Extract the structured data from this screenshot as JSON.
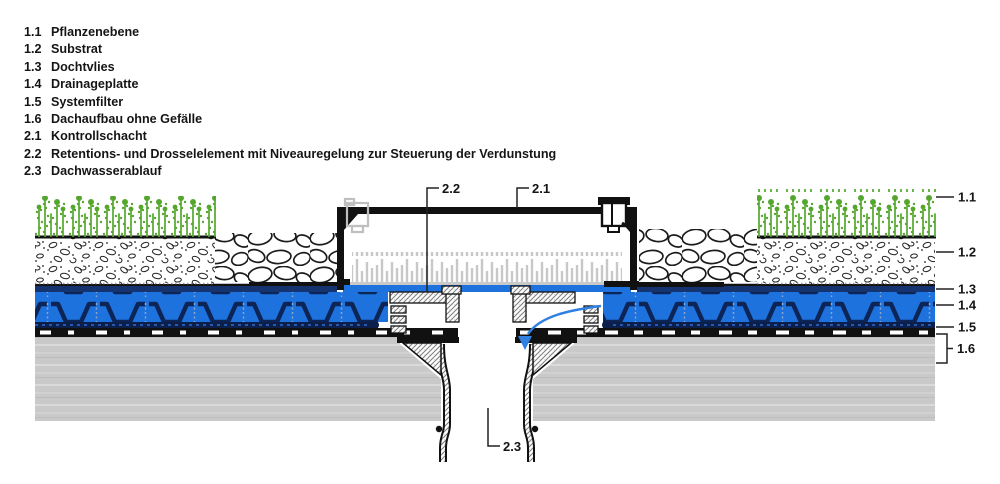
{
  "legend": {
    "items": [
      {
        "num": "1.1",
        "label": "Pflanzenebene"
      },
      {
        "num": "1.2",
        "label": "Substrat"
      },
      {
        "num": "1.3",
        "label": "Dochtvlies"
      },
      {
        "num": "1.4",
        "label": "Drainageplatte"
      },
      {
        "num": "1.5",
        "label": "Systemfilter"
      },
      {
        "num": "1.6",
        "label": "Dachaufbau ohne Gefälle"
      },
      {
        "num": "2.1",
        "label": "Kontrollschacht"
      },
      {
        "num": "2.2",
        "label": "Retentions- und Drosselelement mit Niveauregelung zur Steuerung der Verdunstung"
      },
      {
        "num": "2.3",
        "label": "Dachwasserablauf"
      }
    ]
  },
  "diagram": {
    "callouts": {
      "retention_element": "2.2",
      "control_shaft": "2.1",
      "roof_drain": "2.3",
      "right": [
        "1.1",
        "1.2",
        "1.3",
        "1.4",
        "1.5",
        "1.6"
      ]
    },
    "colors": {
      "water_blue": "#1d72dd",
      "drain_navy": "#0d2457",
      "plant_green": "#55a62d",
      "concrete_gray": "#c9c9c9",
      "arrow_blue": "#2f80e0",
      "line_black": "#111111"
    }
  }
}
